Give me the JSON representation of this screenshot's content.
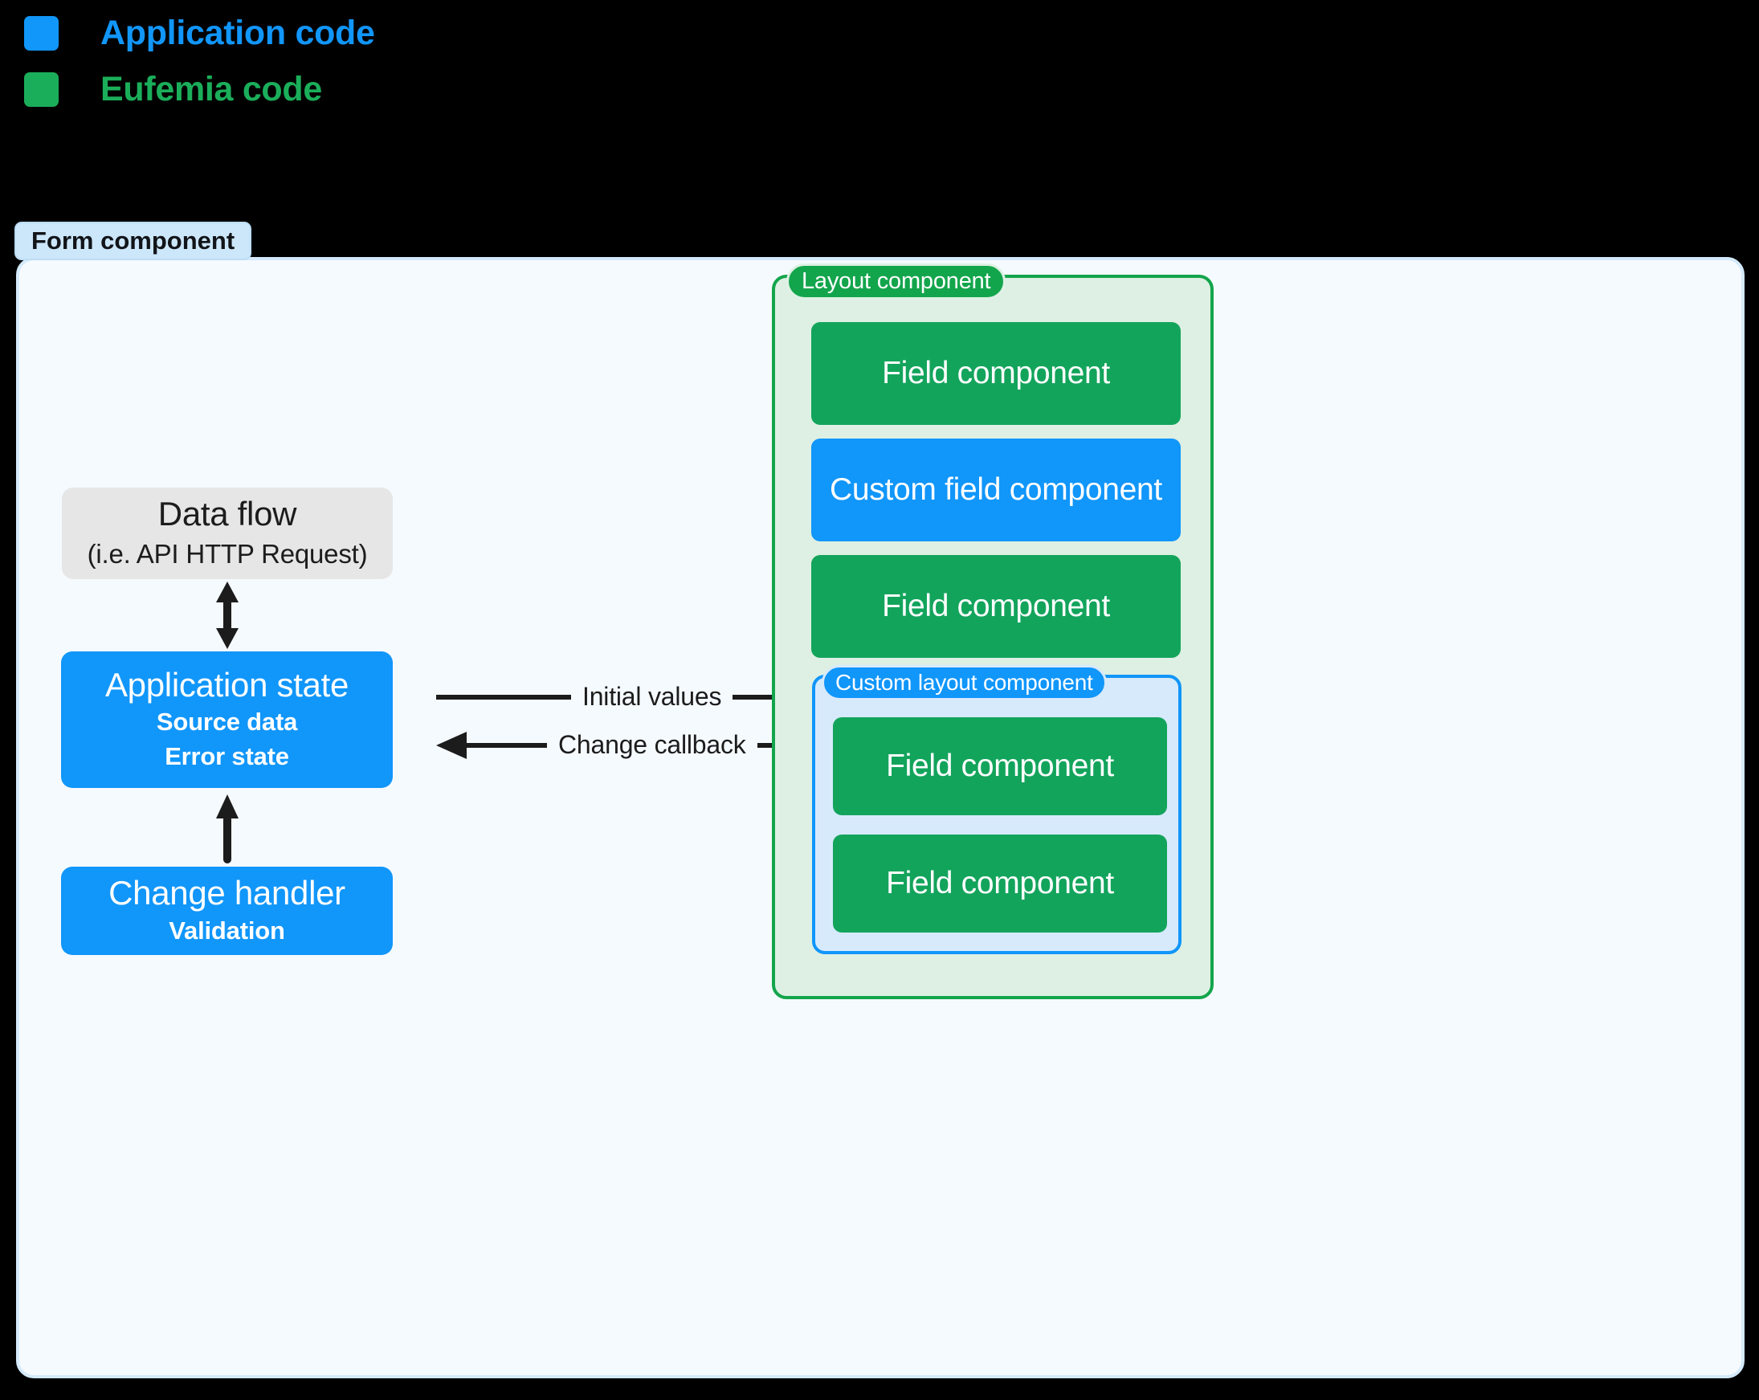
{
  "legend": {
    "items": [
      {
        "label": "Application code",
        "color": "#1196FA",
        "swatch_name": "application-code-swatch"
      },
      {
        "label": "Eufemia code",
        "color": "#1BAE5A",
        "swatch_name": "eufemia-code-swatch"
      }
    ]
  },
  "form": {
    "badge": "Form component"
  },
  "left_column": {
    "data_flow": {
      "title": "Data flow",
      "subtitle": "(i.e. API HTTP Request)"
    },
    "application_state": {
      "title": "Application state",
      "lines": [
        "Source data",
        "Error state"
      ]
    },
    "change_handler": {
      "title": "Change handler",
      "lines": [
        "Validation"
      ]
    }
  },
  "arrows": {
    "data_flow_to_state": {
      "name": "bidirectional-vertical-arrow",
      "direction": "both"
    },
    "change_handler_to_state": {
      "name": "up-arrow",
      "direction": "up"
    },
    "initial_values": {
      "label": "Initial values",
      "direction": "right"
    },
    "change_callback": {
      "label": "Change callback",
      "direction": "left"
    }
  },
  "layout_component": {
    "badge": "Layout component",
    "fields": [
      {
        "label": "Field component",
        "kind": "eufemia"
      },
      {
        "label": "Custom field component",
        "kind": "application"
      },
      {
        "label": "Field component",
        "kind": "eufemia"
      }
    ],
    "custom_layout": {
      "badge": "Custom layout component",
      "fields": [
        {
          "label": "Field component",
          "kind": "eufemia"
        },
        {
          "label": "Field component",
          "kind": "eufemia"
        }
      ]
    }
  },
  "colors": {
    "application_blue": "#1196FA",
    "eufemia_green": "#1BAE5A",
    "layout_green_border": "#13A54C",
    "layout_green_fill": "#DEF0E3",
    "custom_layout_fill": "#D7EAFB",
    "form_fill": "#F5FAFE",
    "form_border": "#D4EAFB",
    "form_badge_fill": "#CCE6FA",
    "data_flow_fill": "#E6E6E6",
    "background": "#000000",
    "arrow": "#1C1C1C"
  }
}
